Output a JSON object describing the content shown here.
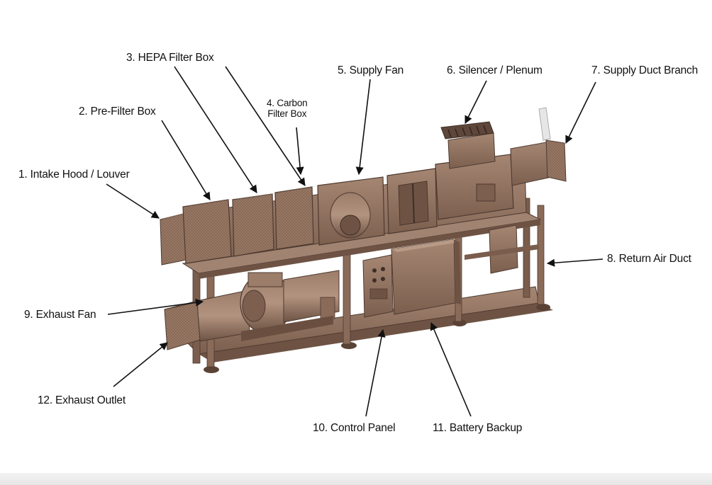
{
  "diagram": {
    "labels": [
      {
        "id": "intake-hood",
        "text": "1. Intake Hood / Louver"
      },
      {
        "id": "pre-filter",
        "text": "2. Pre-Filter Box"
      },
      {
        "id": "hepa-filter",
        "text": "3. HEPA Filter Box"
      },
      {
        "id": "carbon-filter",
        "line1": "4. Carbon",
        "line2": "Filter Box"
      },
      {
        "id": "supply-fan",
        "text": "5. Supply Fan"
      },
      {
        "id": "silencer",
        "text": "6. Silencer / Plenum"
      },
      {
        "id": "supply-duct",
        "text": "7. Supply Duct Branch"
      },
      {
        "id": "return-duct",
        "text": "8. Return Air Duct"
      },
      {
        "id": "exhaust-fan",
        "text": "9. Exhaust Fan"
      },
      {
        "id": "control-panel",
        "text": "10. Control Panel"
      },
      {
        "id": "battery-backup",
        "text": "11. Battery Backup"
      },
      {
        "id": "exhaust-outlet",
        "text": "12. Exhaust Outlet"
      }
    ]
  },
  "colors": {
    "metal": "#8a6a58",
    "metal_dark": "#5e463a",
    "metal_light": "#a88a76",
    "frame": "#7a5d4c",
    "leader": "#111111",
    "text": "#111111"
  }
}
